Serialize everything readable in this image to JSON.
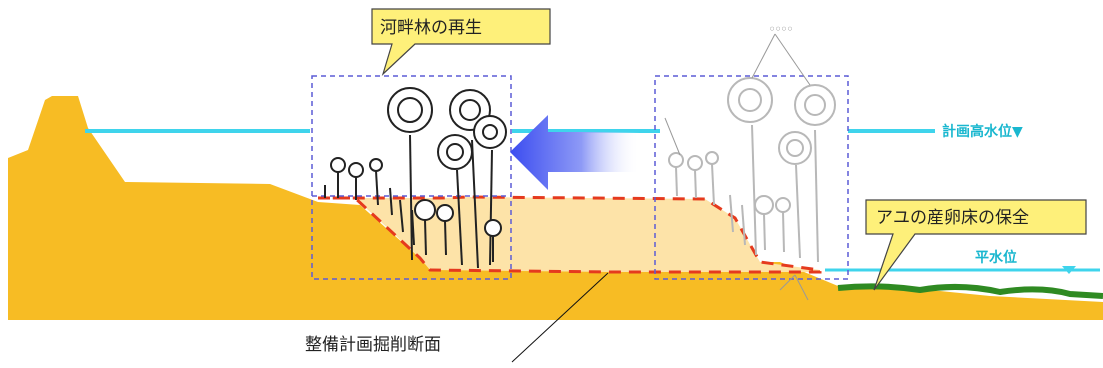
{
  "labels": {
    "forest_regeneration": "河畔林の再生",
    "planned_high_water_level": "計画高水位▼",
    "normal_water_level": "平水位",
    "ayu_spawning_bed": "アユの産卵床の保全",
    "excavation_section": "整備計画掘削断面"
  },
  "colors": {
    "ground": "#f7bc24",
    "excavation_fill": "#fde3a8",
    "excavation_outline": "#e53a1e",
    "water_line": "#3fd4ec",
    "spawning_bed": "#2f8a22",
    "callout": "#fef07a",
    "frame": "#5c5cd6",
    "arrow": "#3b4cf0"
  },
  "icons": [
    "tree-icon",
    "shrub-icon",
    "arrow-left-icon"
  ]
}
